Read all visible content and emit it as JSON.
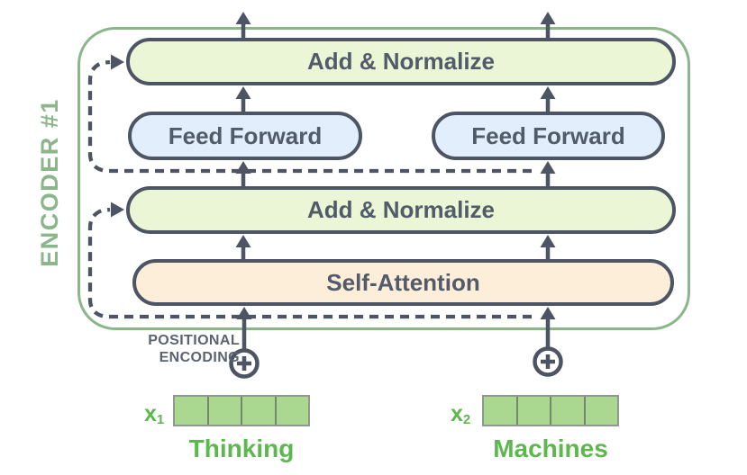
{
  "diagram": {
    "title_hint": "Transformer encoder block diagram",
    "encoder_label": "ENCODER #1",
    "boxes": {
      "add_normalize_top": "Add & Normalize",
      "feed_forward_left": "Feed Forward",
      "feed_forward_right": "Feed Forward",
      "add_normalize_bottom": "Add & Normalize",
      "self_attention": "Self-Attention"
    },
    "positional_encoding": {
      "line1": "POSITIONAL",
      "line2": "ENCODING"
    },
    "inputs": [
      {
        "symbol": "x",
        "subscript": "1",
        "word": "Thinking",
        "cells": 4
      },
      {
        "symbol": "x",
        "subscript": "2",
        "word": "Machines",
        "cells": 4
      }
    ],
    "colors": {
      "encoder_outline_green": "#8ab68a",
      "box_border_slate": "#4d5564",
      "box_text_slate": "#525b69",
      "add_normalize_fill": "#ebf6d6",
      "feed_forward_fill": "#e2eefb",
      "self_attention_fill": "#fdeeda",
      "embedding_cell_fill": "#aad890",
      "embedding_cell_border": "#74886c",
      "word_label_green": "#5cb84c",
      "caption_gray": "#5b6370"
    }
  }
}
